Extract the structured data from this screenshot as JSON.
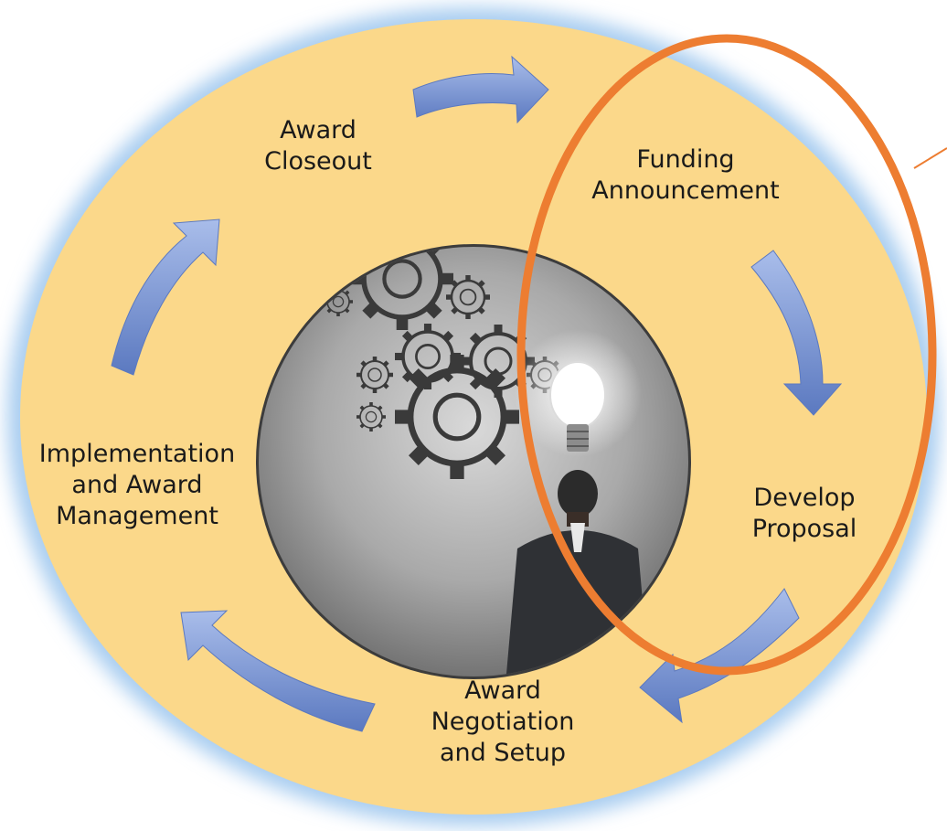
{
  "diagram": {
    "stages": [
      {
        "id": "funding",
        "label": "Funding\nAnnouncement"
      },
      {
        "id": "develop",
        "label": "Develop\nProposal"
      },
      {
        "id": "negotiation",
        "label": "Award\nNegotiation\nand Setup"
      },
      {
        "id": "implementation",
        "label": "Implementation\nand Award\nManagement"
      },
      {
        "id": "closeout",
        "label": "Award\nCloseout"
      }
    ],
    "center_image": "gears-lightbulb-businessman",
    "colors": {
      "ring_fill": "#fbd88a",
      "ring_glow": "#a9cdf0",
      "arrow": "#7797d4",
      "highlight": "#ed7d31"
    }
  }
}
